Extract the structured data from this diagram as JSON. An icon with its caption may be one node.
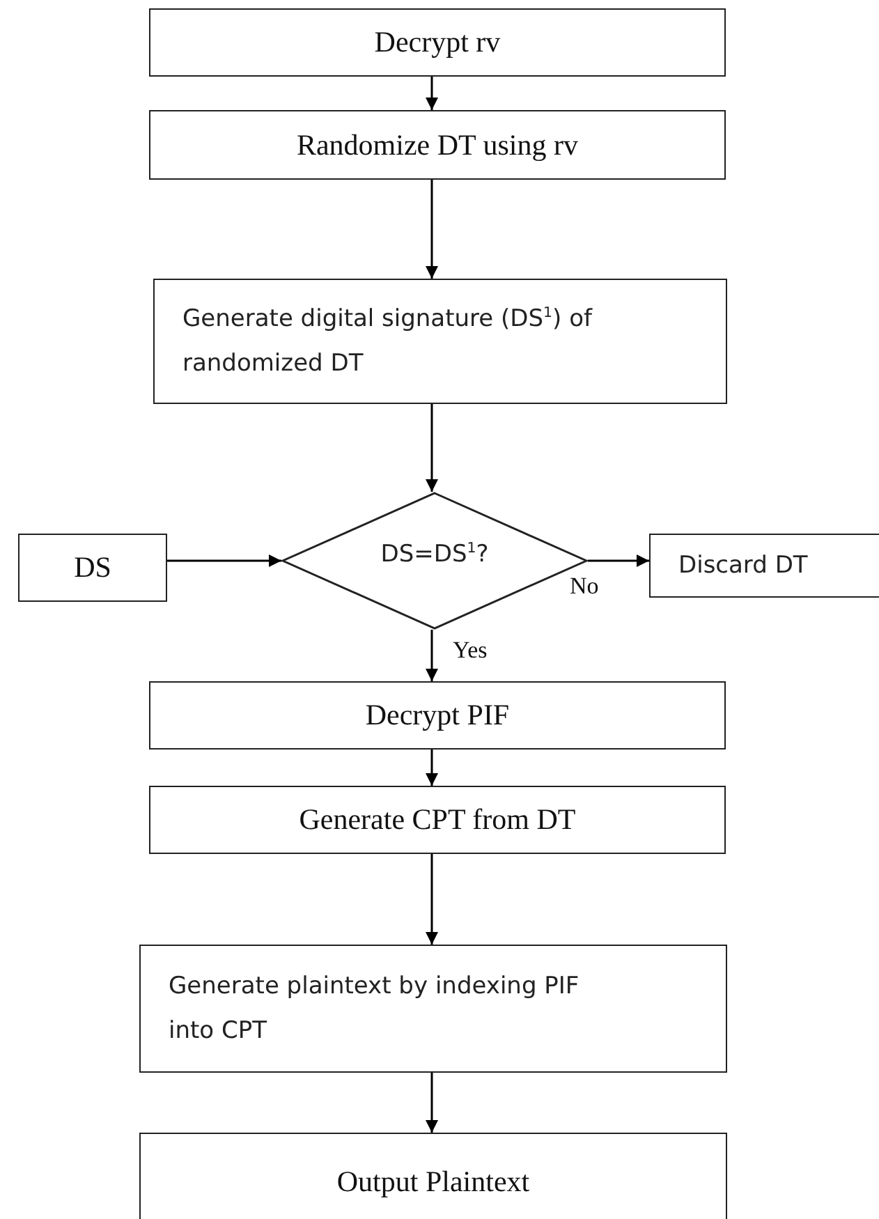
{
  "diagram": {
    "nodes": [
      {
        "text": [
          "Decrypt rv"
        ]
      },
      {
        "text": [
          "Randomize DT using rv"
        ]
      },
      {
        "text": [
          "Generate digital signature (DS$^{1}$) of randomized DT"
        ]
      },
      {
        "text": [
          "DS=DS$^{1}$?"
        ]
      },
      {
        "text": [
          "DS"
        ]
      },
      {
        "text": [
          "Discard DT"
        ]
      },
      {
        "text": [
          "Decrypt PIF"
        ]
      },
      {
        "text": [
          "Generate CPT from DT"
        ]
      },
      {
        "text": [
          "Generate plaintext by indexing PIF into CPT"
        ]
      },
      {
        "text": [
          "Output Plaintext"
        ]
      }
    ],
    "edges": [
      {
        "from": 0,
        "to": 1,
        "arrow": "to"
      },
      {
        "from": 1,
        "to": 2,
        "arrow": "to"
      },
      {
        "from": 2,
        "to": 3,
        "arrow": "to"
      },
      {
        "from": 4,
        "to": 3,
        "arrow": "to"
      },
      {
        "from": 3,
        "to": 5,
        "arrow": "to",
        "label": "No"
      },
      {
        "from": 3,
        "to": 6,
        "arrow": "to",
        "label": "Yes"
      },
      {
        "from": 6,
        "to": 7,
        "arrow": "to"
      },
      {
        "from": 7,
        "to": 8,
        "arrow": "to"
      },
      {
        "from": 8,
        "to": 9,
        "arrow": "to"
      }
    ]
  }
}
